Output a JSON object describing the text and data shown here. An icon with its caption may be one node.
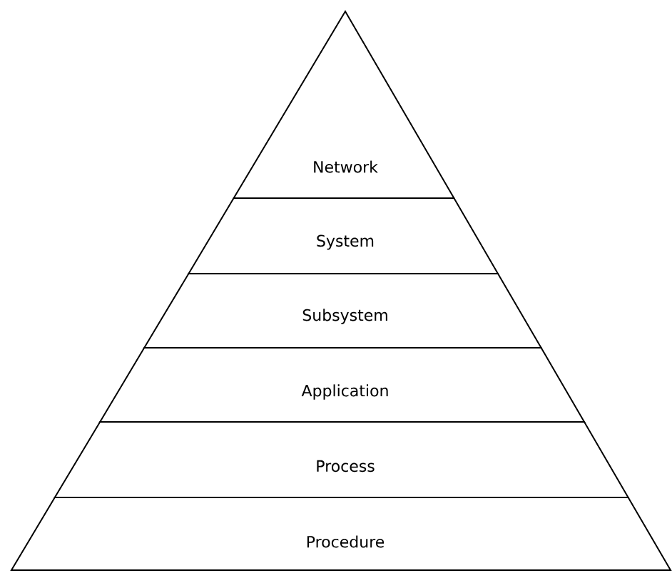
{
  "diagram": {
    "nodes": [
      {
        "text": [
          "Network"
        ]
      },
      {
        "text": [
          "System"
        ]
      },
      {
        "text": [
          "Subsystem"
        ]
      },
      {
        "text": [
          "Application"
        ]
      },
      {
        "text": [
          "Process"
        ]
      },
      {
        "text": [
          "Procedure"
        ]
      }
    ]
  }
}
